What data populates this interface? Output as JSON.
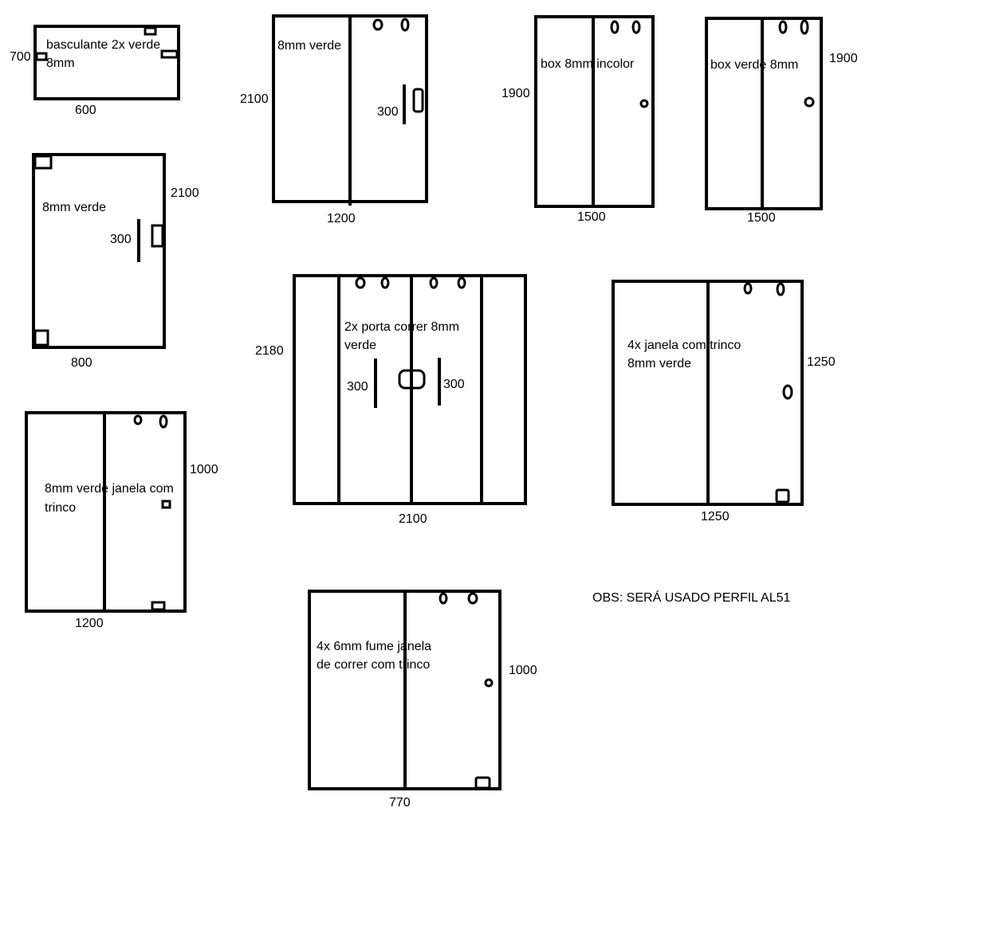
{
  "items": {
    "basculante": {
      "label1": "basculante 2x verde",
      "label2": "8mm",
      "height": "700",
      "width": "600"
    },
    "porta_pivotante": {
      "label": "8mm verde",
      "height": "2100",
      "width": "800",
      "handle": "300"
    },
    "janela_1200": {
      "label1": "8mm verde janela com",
      "label2": "trinco",
      "height": "1000",
      "width": "1200"
    },
    "porta_2100": {
      "label": "8mm verde",
      "height": "2100",
      "width": "1200",
      "handle": "300"
    },
    "box_incolor": {
      "label": "box 8mm incolor",
      "height": "1900",
      "width": "1500"
    },
    "box_verde": {
      "label": "box verde 8mm",
      "height": "1900",
      "width": "1500"
    },
    "porta_correr": {
      "label1": "2x porta correr 8mm",
      "label2": "verde",
      "height": "2180",
      "width": "2100",
      "handle_left": "300",
      "handle_right": "300"
    },
    "janela_1250": {
      "label1": "4x janela com trinco",
      "label2": "8mm verde",
      "height": "1250",
      "width": "1250"
    },
    "janela_fume": {
      "label1": "4x 6mm fume janela",
      "label2": "de correr com trinco",
      "height": "1000",
      "width": "770"
    }
  },
  "note": "OBS: SERÁ USADO PERFIL AL51"
}
